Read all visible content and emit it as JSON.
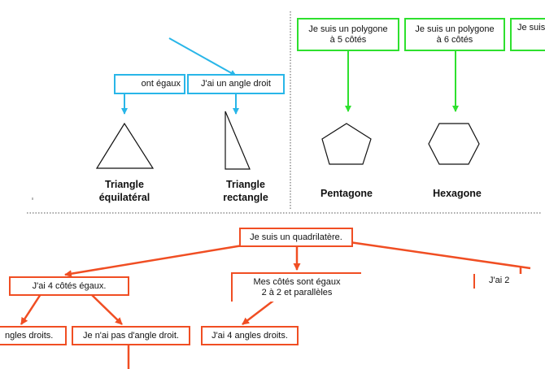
{
  "colors": {
    "blue": "#29b6e8",
    "green": "#2ee02e",
    "orange": "#f04e23",
    "divider": "#555555"
  },
  "triangles": {
    "box_left": "ont égaux",
    "box_right": "J'ai un angle droit",
    "shape_left": {
      "icon": "equilateral-triangle-icon",
      "line1": "Triangle",
      "line2": "équilatéral"
    },
    "shape_right": {
      "icon": "right-triangle-icon",
      "line1": "Triangle",
      "line2": "rectangle"
    }
  },
  "polygons": {
    "box1": {
      "line1": "Je suis un polygone",
      "line2": "à 5 côtés"
    },
    "box2": {
      "line1": "Je suis un polygone",
      "line2": "à 6 côtés"
    },
    "box3": "Je suis",
    "shape1": {
      "icon": "pentagon-icon",
      "label": "Pentagone"
    },
    "shape2": {
      "icon": "hexagon-icon",
      "label": "Hexagone"
    }
  },
  "quadrilaterals": {
    "root": "Je suis un quadrilatère.",
    "left": "J'ai 4 côtés égaux.",
    "middle": {
      "line1": "Mes côtés sont égaux",
      "line2": "2 à 2 et parallèles"
    },
    "right": "J'ai 2",
    "left_left": "ngles droits.",
    "left_right": "Je n'ai pas d'angle droit.",
    "middle_child": "J'ai 4 angles droits."
  }
}
